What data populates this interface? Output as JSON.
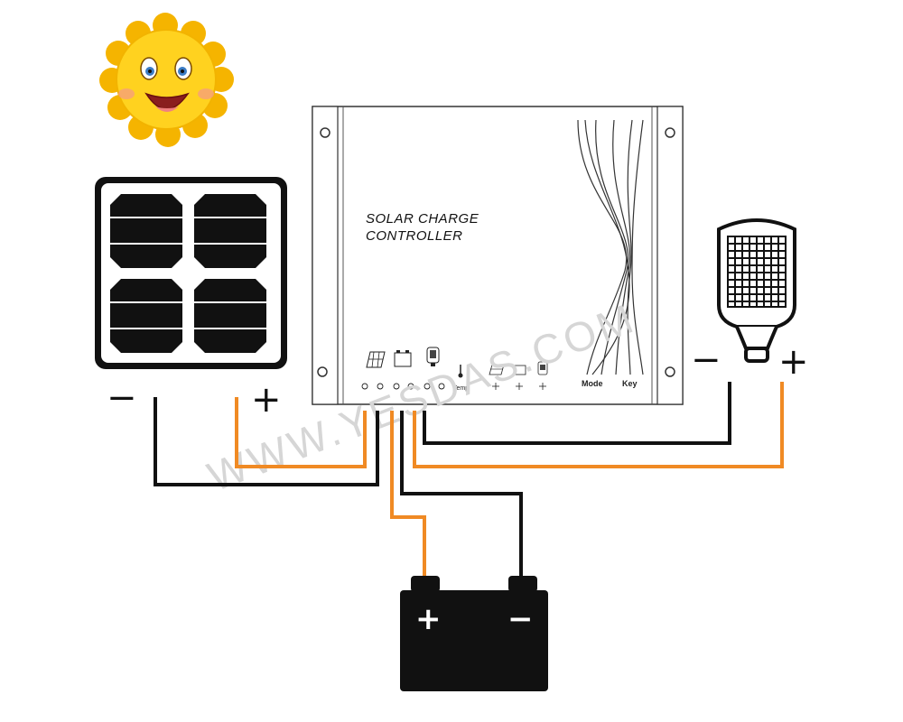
{
  "watermark": "WWW.YESDAS.COM",
  "controller": {
    "title_line1": "SOLAR CHARGE",
    "title_line2": "CONTROLLER",
    "mode_label": "Mode",
    "key_label": "Key",
    "temp_label": "Temp"
  },
  "solar_panel": {
    "minus": "−",
    "plus": "+"
  },
  "lamp": {
    "minus": "−",
    "plus": "+"
  },
  "battery": {
    "plus": "+",
    "minus": "−"
  },
  "colors": {
    "positive_wire": "#f08a24",
    "negative_wire": "#111111",
    "sun": "#ffd21f",
    "panel": "#111111"
  }
}
